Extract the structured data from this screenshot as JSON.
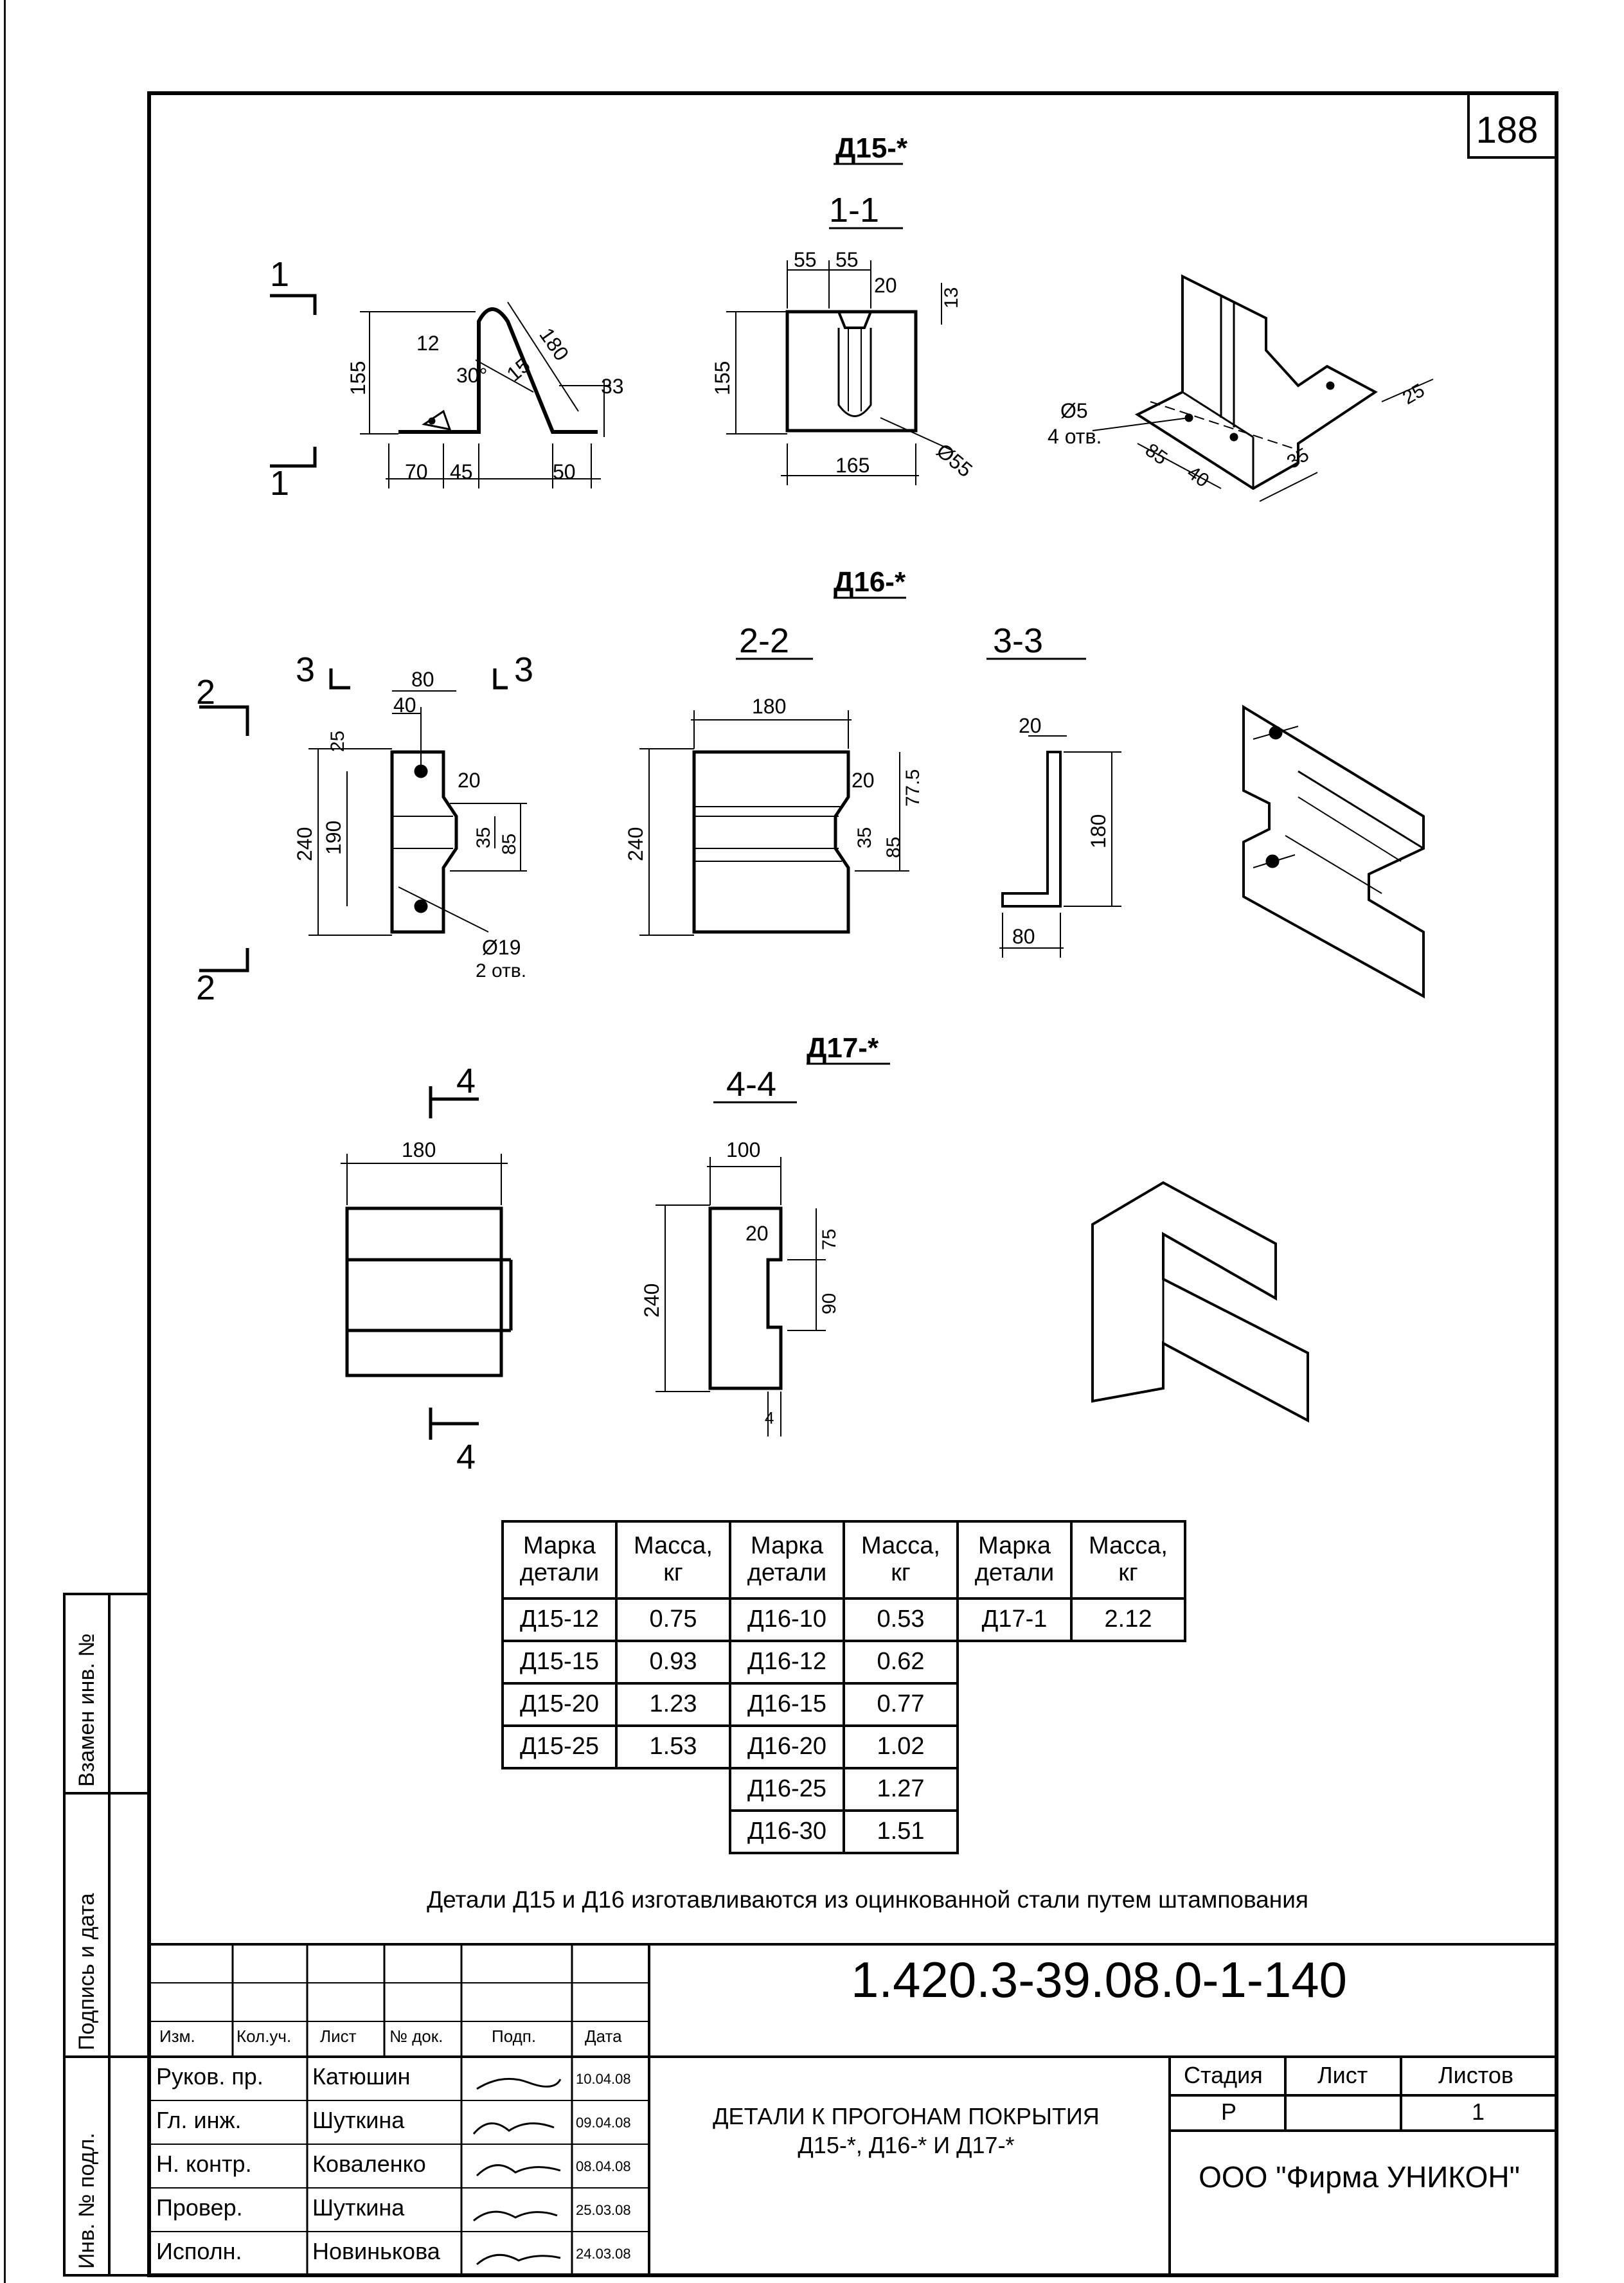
{
  "sheet_number": "188",
  "parts": [
    {
      "heading": "Д15-*",
      "sections": [
        "1-1"
      ]
    },
    {
      "heading": "Д16-*",
      "sections": [
        "2-2",
        "3-3"
      ]
    },
    {
      "heading": "Д17-*",
      "sections": [
        "4-4"
      ]
    }
  ],
  "section_marks": {
    "one": "1",
    "two": "2",
    "three": "3",
    "four": "4"
  },
  "dimensions": {
    "d15": {
      "front": [
        "155",
        "12",
        "30°",
        "180",
        "15",
        "33",
        "70",
        "45",
        "50"
      ],
      "section": [
        "55",
        "55",
        "20",
        "13",
        "155",
        "165",
        "Ø55"
      ],
      "iso": [
        "Ø5",
        "4 отв.",
        "85",
        "40",
        "35",
        "25"
      ]
    },
    "d16": {
      "front": [
        "80",
        "40",
        "25",
        "20",
        "240",
        "190",
        "35",
        "85",
        "Ø19",
        "2 отв."
      ],
      "section": [
        "180",
        "20",
        "77.5",
        "240",
        "35",
        "85"
      ],
      "section3": [
        "20",
        "180",
        "80"
      ]
    },
    "d17": {
      "front": [
        "180"
      ],
      "section": [
        "100",
        "20",
        "75",
        "240",
        "90",
        "4"
      ]
    }
  },
  "mass_table": {
    "headers": [
      {
        "line1": "Марка",
        "line2": "детали"
      },
      {
        "line1": "Масса,",
        "line2": "кг"
      },
      {
        "line1": "Марка",
        "line2": "детали"
      },
      {
        "line1": "Масса,",
        "line2": "кг"
      },
      {
        "line1": "Марка",
        "line2": "детали"
      },
      {
        "line1": "Масса,",
        "line2": "кг"
      }
    ],
    "rows": [
      [
        "Д15-12",
        "0.75",
        "Д16-10",
        "0.53",
        "Д17-1",
        "2.12"
      ],
      [
        "Д15-15",
        "0.93",
        "Д16-12",
        "0.62",
        "",
        ""
      ],
      [
        "Д15-20",
        "1.23",
        "Д16-15",
        "0.77",
        "",
        ""
      ],
      [
        "Д15-25",
        "1.53",
        "Д16-20",
        "1.02",
        "",
        ""
      ],
      [
        "",
        "",
        "Д16-25",
        "1.27",
        "",
        ""
      ],
      [
        "",
        "",
        "Д16-30",
        "1.51",
        "",
        ""
      ]
    ]
  },
  "note": "Детали Д15 и Д16 изготавливаются из оцинкованной стали путем штампования",
  "title_block": {
    "code": "1.420.3-39.08.0-1-140",
    "header_cols": [
      "Изм.",
      "Кол.уч.",
      "Лист",
      "№ док.",
      "Подп.",
      "Дата"
    ],
    "signers": [
      {
        "role": "Руков. пр.",
        "name": "Катюшин",
        "date": "10.04.08"
      },
      {
        "role": "Гл. инж.",
        "name": "Шуткина",
        "date": "09.04.08"
      },
      {
        "role": "Н. контр.",
        "name": "Коваленко",
        "date": "08.04.08"
      },
      {
        "role": "Провер.",
        "name": "Шуткина",
        "date": "25.03.08"
      },
      {
        "role": "Исполн.",
        "name": "Новинькова",
        "date": "24.03.08"
      }
    ],
    "title_line1": "ДЕТАЛИ К ПРОГОНАМ ПОКРЫТИЯ",
    "title_line2": "Д15-*, Д16-* И Д17-*",
    "stage_labels": [
      "Стадия",
      "Лист",
      "Листов"
    ],
    "stage_values": [
      "Р",
      "",
      "1"
    ],
    "firm": "ООО \"Фирма УНИКОН\""
  },
  "side_stamps": [
    "Взамен инв. №",
    "Подпись и дата",
    "Инв. № подл."
  ]
}
